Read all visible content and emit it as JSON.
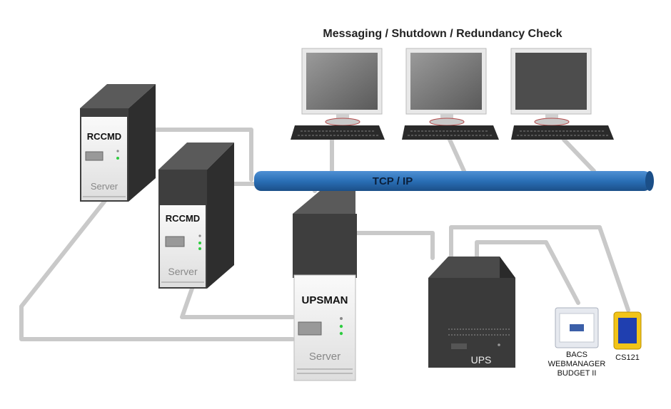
{
  "title": "Messaging / Shutdown / Redundancy Check",
  "network": {
    "label": "TCP / IP"
  },
  "servers": [
    {
      "name": "RCCMD",
      "type": "Server"
    },
    {
      "name": "RCCMD",
      "type": "Server"
    },
    {
      "name": "UPSMAN",
      "type": "Server"
    }
  ],
  "ups": {
    "label": "UPS"
  },
  "webmanager": {
    "label_lines": [
      "BACS",
      "WEBMANAGER",
      "BUDGET II"
    ]
  },
  "cs121": {
    "label": "CS121"
  },
  "colors": {
    "network_pipe": "#2a6fb6",
    "cable": "#c8c8c8",
    "server_body": "#3e3e3e",
    "server_front": "#f2f2f2",
    "led": "#2ecc40",
    "monitor_screen": "#6e6e6e",
    "cs121_screen": "#1f3fb0",
    "cs121_frame": "#f2c418"
  },
  "icons": [
    "workstation-icon",
    "server-icon",
    "ups-icon",
    "webmanager-icon",
    "cs121-icon"
  ]
}
